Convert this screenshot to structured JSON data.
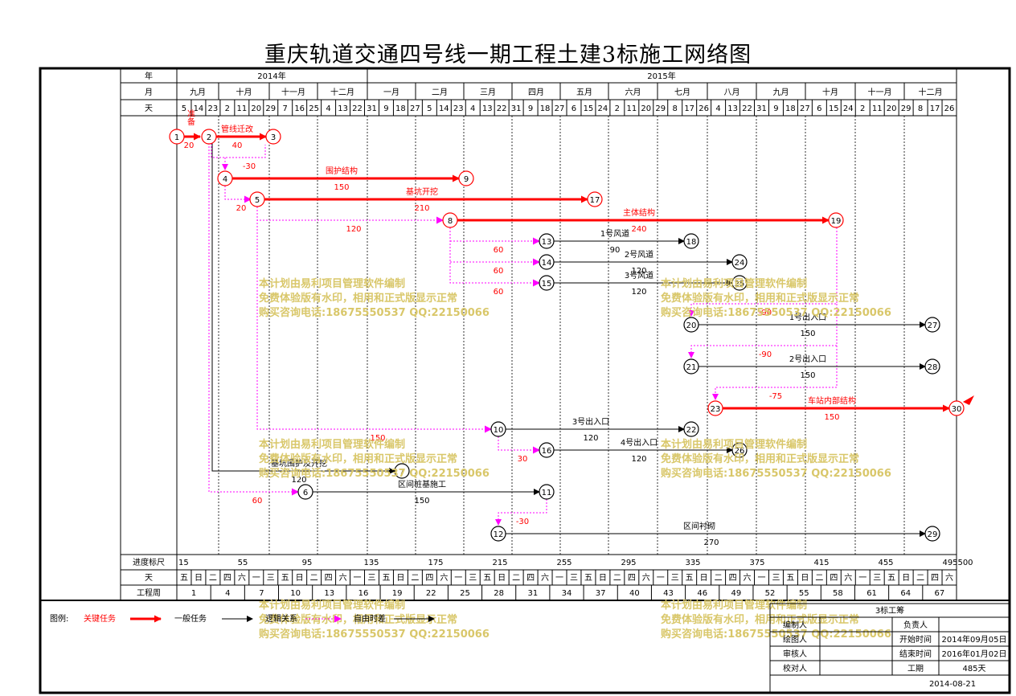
{
  "title": "重庆轨道交通四号线一期工程土建3标施工网络图",
  "header": {
    "row_labels": {
      "year": "年",
      "month": "月",
      "day": "天"
    },
    "years": [
      "2014年",
      "2015年"
    ],
    "months": [
      "九月",
      "十月",
      "十一月",
      "十二月",
      "一月",
      "二月",
      "三月",
      "四月",
      "五月",
      "六月",
      "七月",
      "八月",
      "九月",
      "十月",
      "十一月",
      "十二月"
    ],
    "days": [
      "5",
      "14",
      "23",
      "2",
      "11",
      "20",
      "29",
      "7",
      "16",
      "25",
      "4",
      "13",
      "22",
      "31",
      "9",
      "18",
      "27",
      "5",
      "14",
      "23",
      "4",
      "13",
      "22",
      "31",
      "9",
      "18",
      "27",
      "6",
      "15",
      "24",
      "2",
      "11",
      "20",
      "29",
      "8",
      "17",
      "26",
      "4",
      "13",
      "22",
      "31",
      "9",
      "18",
      "27",
      "6",
      "15",
      "24",
      "2",
      "11",
      "20",
      "29",
      "8",
      "17",
      "26"
    ]
  },
  "footer": {
    "row_labels": {
      "scale": "进度标尺",
      "day": "天",
      "week": "工程周"
    },
    "scale": [
      "15",
      "55",
      "95",
      "135",
      "175",
      "215",
      "255",
      "295",
      "335",
      "375",
      "415",
      "455",
      "495",
      "500"
    ],
    "weekdays": [
      "五",
      "日",
      "二",
      "四",
      "六",
      "一",
      "三",
      "五",
      "日",
      "二",
      "四",
      "六",
      "一",
      "三",
      "五",
      "日",
      "二",
      "四",
      "六",
      "一",
      "三",
      "五",
      "日",
      "二",
      "四",
      "六",
      "一",
      "三",
      "五",
      "日",
      "二",
      "四",
      "六",
      "一",
      "三",
      "五",
      "日",
      "二",
      "四",
      "六",
      "一",
      "三",
      "五",
      "日",
      "二",
      "四",
      "六",
      "一",
      "三",
      "五",
      "日",
      "二",
      "四",
      "六"
    ],
    "weeks": [
      "1",
      "4",
      "7",
      "10",
      "13",
      "16",
      "19",
      "22",
      "25",
      "28",
      "31",
      "34",
      "37",
      "40",
      "43",
      "46",
      "49",
      "52",
      "55",
      "58",
      "61",
      "64",
      "67"
    ]
  },
  "network": {
    "nodes": [
      "1",
      "2",
      "3",
      "4",
      "5",
      "6",
      "7",
      "8",
      "9",
      "10",
      "11",
      "12",
      "13",
      "14",
      "15",
      "16",
      "17",
      "18",
      "19",
      "20",
      "21",
      "22",
      "23",
      "24",
      "25",
      "26",
      "27",
      "28",
      "29",
      "30"
    ],
    "tasks": [
      {
        "name": "准备",
        "duration": "20"
      },
      {
        "name": "管线迁改",
        "duration": "40"
      },
      {
        "name": "围护结构",
        "duration": "150"
      },
      {
        "name": "基坑开挖",
        "duration": "210"
      },
      {
        "name": "主体结构",
        "duration": "240"
      },
      {
        "name": "1号风道",
        "duration": "90"
      },
      {
        "name": "2号风道",
        "duration": "120"
      },
      {
        "name": "3号风道",
        "duration": "120"
      },
      {
        "name": "1号出入口",
        "duration": "150"
      },
      {
        "name": "2号出入口",
        "duration": "150"
      },
      {
        "name": "车站内部结构",
        "duration": "150"
      },
      {
        "name": "3号出入口",
        "duration": "120"
      },
      {
        "name": "4号出入口",
        "duration": "120"
      },
      {
        "name": "基坑围护及开挖",
        "duration": "120"
      },
      {
        "name": "区间桩基施工",
        "duration": "150"
      },
      {
        "name": "区间衬砌",
        "duration": "270"
      }
    ],
    "float_labels": [
      "-30",
      "20",
      "120",
      "60",
      "60",
      "60",
      "-90",
      "-90",
      "-75",
      "150",
      "30",
      "60",
      "-30"
    ]
  },
  "watermark": {
    "line1": "本计划由易利项目管理软件编制",
    "line2": "免费体验版有水印，相用和正式版显示正常",
    "line3": "购买咨询电话:18675550537 QQ:22150066"
  },
  "legend": {
    "label": "图例:",
    "critical": "关键任务",
    "general": "一般任务",
    "logic": "逻辑关系",
    "free_float": "自由时差"
  },
  "titleblock": {
    "name": "3标工筹",
    "editor": "编制人",
    "drafter": "绘图人",
    "reviewer": "审核人",
    "checker": "校对人",
    "owner": "负责人",
    "start_label": "开始时间",
    "start_value": "2014年09月05日",
    "end_label": "结束时间",
    "end_value": "2016年01月02日",
    "period_label": "工期",
    "period_value": "485天",
    "date": "2014-08-21"
  },
  "colors": {
    "critical": "#ff0000",
    "general": "#000000",
    "logic": "#ff00ff",
    "float_text": "#ff0000",
    "watermark": "#d9c76a"
  }
}
